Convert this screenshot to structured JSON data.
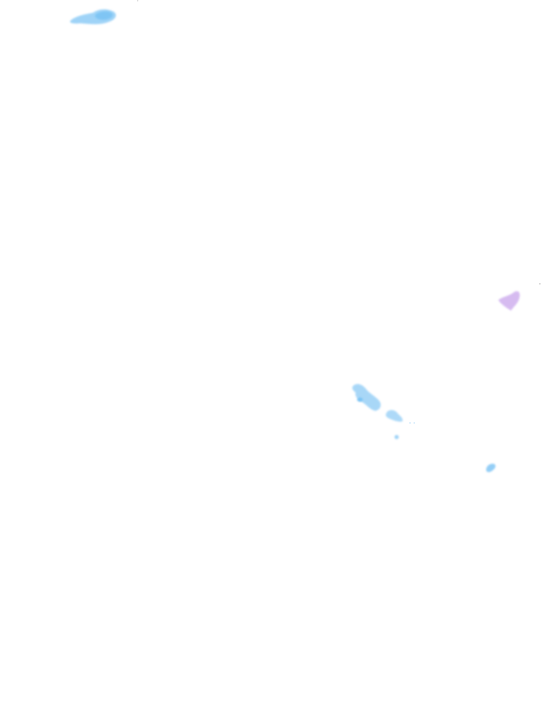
{
  "map": {
    "background": "#ffffff",
    "layer_kind": "precipitation-overlay",
    "colors": {
      "light_blue": "#9fd3f7",
      "blue": "#7cc4f4",
      "lavender": "#d4b8f0"
    },
    "features": [
      {
        "id": "top-left-cell",
        "intensity": "light",
        "color_key": "blue"
      },
      {
        "id": "east-edge-cell",
        "intensity": "mixed",
        "color_key": "lavender"
      },
      {
        "id": "central-cluster-a",
        "intensity": "light",
        "color_key": "light_blue"
      },
      {
        "id": "central-cluster-b",
        "intensity": "light",
        "color_key": "light_blue"
      },
      {
        "id": "central-cluster-c",
        "intensity": "light",
        "color_key": "light_blue"
      },
      {
        "id": "southeast-cell",
        "intensity": "light",
        "color_key": "blue"
      }
    ]
  }
}
